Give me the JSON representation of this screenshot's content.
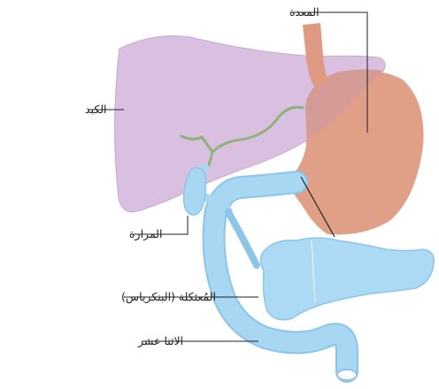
{
  "labels": {
    "stomach": "المعدة",
    "liver": "الكبد",
    "gallbladder": "المرارة",
    "pancreas": "المُعثكلة (البنكرياس)",
    "duodenum": "الاثنا عشر"
  },
  "colors": {
    "liver_fill": "#d9bfe0",
    "liver_stroke": "#c9a9d3",
    "stomach_fill": "#e0a088",
    "stomach_overlap": "#d49b97",
    "esophagus_fill": "#df9a84",
    "bile_duct": "#8fb27a",
    "duodenum_fill": "#a7d7f3",
    "duodenum_stroke": "#8cc5e8",
    "pancreas_fill": "#acd9f3",
    "leader_line": "#222222"
  }
}
